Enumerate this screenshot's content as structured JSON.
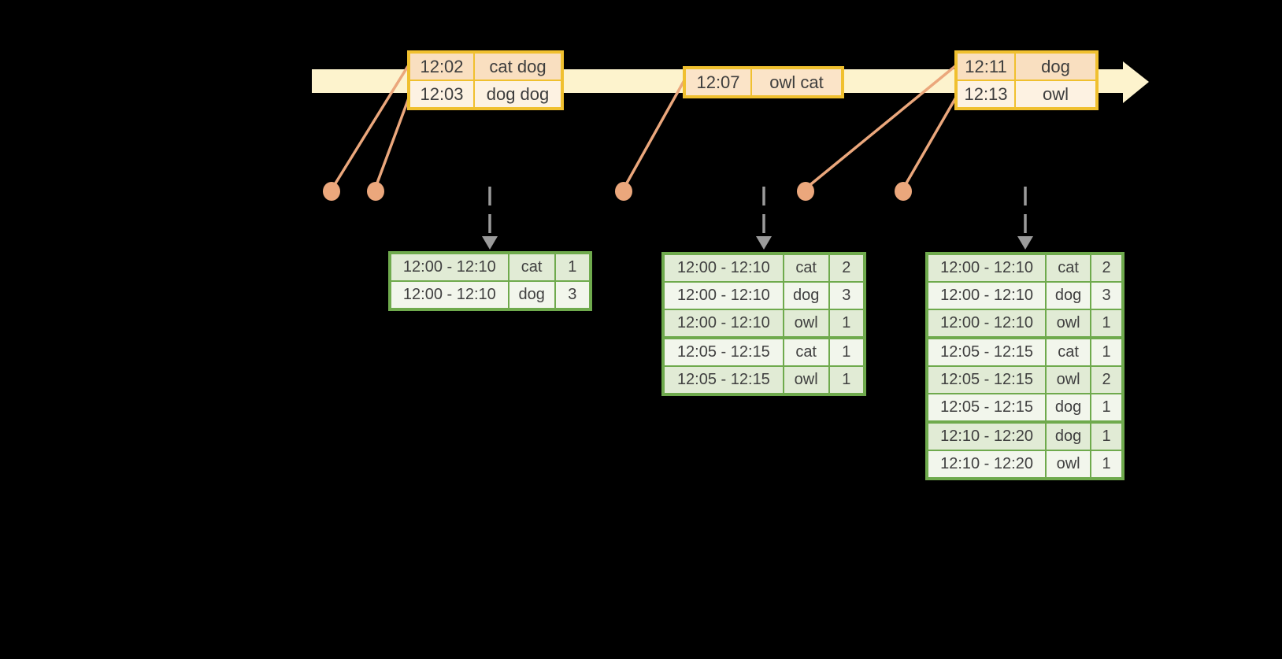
{
  "colors": {
    "background": "#000000",
    "timeline_fill": "#fdf3cd",
    "event_border": "#f0c02f",
    "event_row_dark": "#f9dfc0",
    "event_row_light": "#fdf2e2",
    "event_row_mid": "#fbe4c8",
    "connector": "#eba77c",
    "trigger_arrow": "#9b9b9b",
    "result_border": "#6faa4d",
    "result_row_dark": "#e1ebd5",
    "result_row_light": "#f2f6ec",
    "text": "#3d3d3d"
  },
  "icons": {
    "timeline_arrow": "right-block-arrow",
    "trigger_arrow": "down-dashed-arrow",
    "event_dot": "filled-circle"
  },
  "events": {
    "batch1": {
      "rows": [
        {
          "time": "12:02",
          "words": "cat dog"
        },
        {
          "time": "12:03",
          "words": "dog dog"
        }
      ]
    },
    "batch2": {
      "rows": [
        {
          "time": "12:07",
          "words": "owl cat"
        }
      ]
    },
    "batch3": {
      "rows": [
        {
          "time": "12:11",
          "words": "dog"
        },
        {
          "time": "12:13",
          "words": "owl"
        }
      ]
    }
  },
  "results": {
    "table1": {
      "rows": [
        {
          "window": "12:00 - 12:10",
          "word": "cat",
          "count": 1
        },
        {
          "window": "12:00 - 12:10",
          "word": "dog",
          "count": 3
        }
      ]
    },
    "table2": {
      "rows": [
        {
          "window": "12:00 - 12:10",
          "word": "cat",
          "count": 2
        },
        {
          "window": "12:00 - 12:10",
          "word": "dog",
          "count": 3
        },
        {
          "window": "12:00 - 12:10",
          "word": "owl",
          "count": 1
        },
        {
          "window": "12:05 - 12:15",
          "word": "cat",
          "count": 1
        },
        {
          "window": "12:05 - 12:15",
          "word": "owl",
          "count": 1
        }
      ]
    },
    "table3": {
      "rows": [
        {
          "window": "12:00 - 12:10",
          "word": "cat",
          "count": 2
        },
        {
          "window": "12:00 - 12:10",
          "word": "dog",
          "count": 3
        },
        {
          "window": "12:00 - 12:10",
          "word": "owl",
          "count": 1
        },
        {
          "window": "12:05 - 12:15",
          "word": "cat",
          "count": 1
        },
        {
          "window": "12:05 - 12:15",
          "word": "owl",
          "count": 2
        },
        {
          "window": "12:05 - 12:15",
          "word": "dog",
          "count": 1
        },
        {
          "window": "12:10 - 12:20",
          "word": "dog",
          "count": 1
        },
        {
          "window": "12:10 - 12:20",
          "word": "owl",
          "count": 1
        }
      ]
    }
  }
}
